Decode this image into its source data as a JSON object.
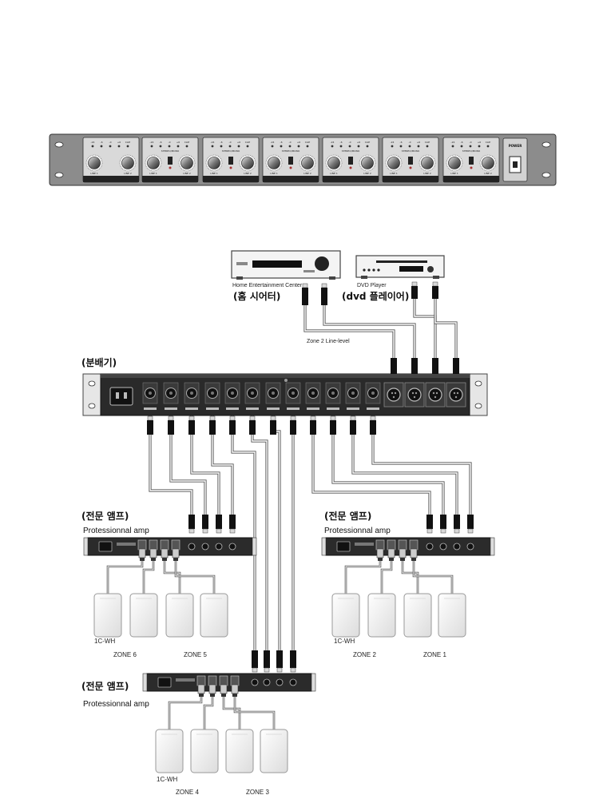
{
  "splitter_front": {
    "power_label": "POWER",
    "led_labels": [
      "-24",
      "-6",
      "-0",
      "+6",
      "CLIP"
    ],
    "mode_label": "STEREO/MONO",
    "modules": [
      {
        "name": "input",
        "labels": [
          "INPUT 1",
          "INPUT 2"
        ],
        "knobs": [
          "LINE 1",
          "LINE 2"
        ]
      },
      {
        "name": "output-1",
        "labels": [
          "OUTPUT 1"
        ],
        "knobs": [
          "LINE 1",
          "LINE 2"
        ]
      },
      {
        "name": "output-2",
        "labels": [
          "OUTPUT 2"
        ],
        "knobs": [
          "LINE 1",
          "LINE 2"
        ]
      },
      {
        "name": "output-3",
        "labels": [
          "OUTPUT 3"
        ],
        "knobs": [
          "LINE 1",
          "LINE 2"
        ]
      },
      {
        "name": "output-4",
        "labels": [
          "OUTPUT 4"
        ],
        "knobs": [
          "LINE 1",
          "LINE 2"
        ]
      },
      {
        "name": "output-5",
        "labels": [
          "OUTPUT 5"
        ],
        "knobs": [
          "LINE 1",
          "LINE 2"
        ]
      },
      {
        "name": "output-6",
        "labels": [
          "OUTPUT 6"
        ],
        "knobs": [
          "LINE 1",
          "LINE 2"
        ]
      }
    ]
  },
  "sources": {
    "home_theater": {
      "label": "Home Entertainment Center",
      "kor_label": "(홈 시어터)"
    },
    "dvd": {
      "label": "DVD Player",
      "kor_label": "(dvd 플레이어)"
    },
    "zone2_line": "Zone 2 Line-level"
  },
  "splitter": {
    "kor_label": "(분배기)"
  },
  "amps": [
    {
      "id": "left",
      "kor_label": "(전문 앰프)",
      "eng_label": "Protessionnal  amp",
      "speaker_label": "1C-WH",
      "zones": [
        "ZONE 6",
        "ZONE 5"
      ]
    },
    {
      "id": "right",
      "kor_label": "(전문 앰프)",
      "eng_label": "Protessionnal  amp",
      "speaker_label": "1C-WH",
      "zones": [
        "ZONE 2",
        "ZONE 1"
      ]
    },
    {
      "id": "bottom",
      "kor_label": "(전문 앰프)",
      "eng_label": "Protessionnal  amp",
      "speaker_label": "1C-WH",
      "zones": [
        "ZONE 4",
        "ZONE 3"
      ]
    }
  ]
}
